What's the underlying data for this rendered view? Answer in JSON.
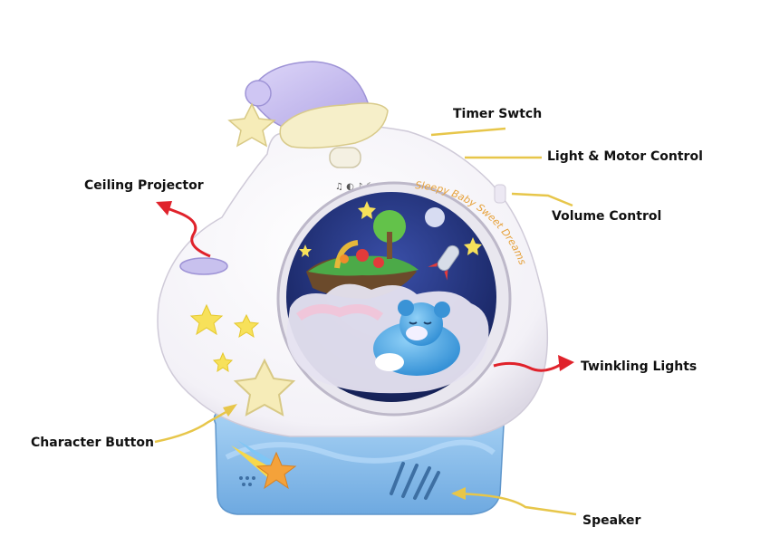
{
  "callouts": {
    "timer_switch": "Timer Swtch",
    "light_motor": "Light & Motor Control",
    "volume": "Volume Control",
    "ceiling_projector": "Ceiling Projector",
    "twinkling_lights": "Twinkling Lights",
    "character_button": "Character Button",
    "speaker": "Speaker"
  },
  "product": {
    "dial_text": "Sleepy Baby Sweet Dreams",
    "small_icons_text": "♫ ◐ ♪ ☾"
  },
  "colors": {
    "body": "#fbfafd",
    "hat": "#c9bff0",
    "hat_brim": "#f6efc9",
    "star": "#f7e15a",
    "base": "#8ec2ef",
    "sky": "#1c2a6b",
    "bear": "#4aa7e6",
    "leader_yellow": "#e7c64a",
    "arrow_red": "#e0222b",
    "shooting_star": "#f4a23a"
  }
}
